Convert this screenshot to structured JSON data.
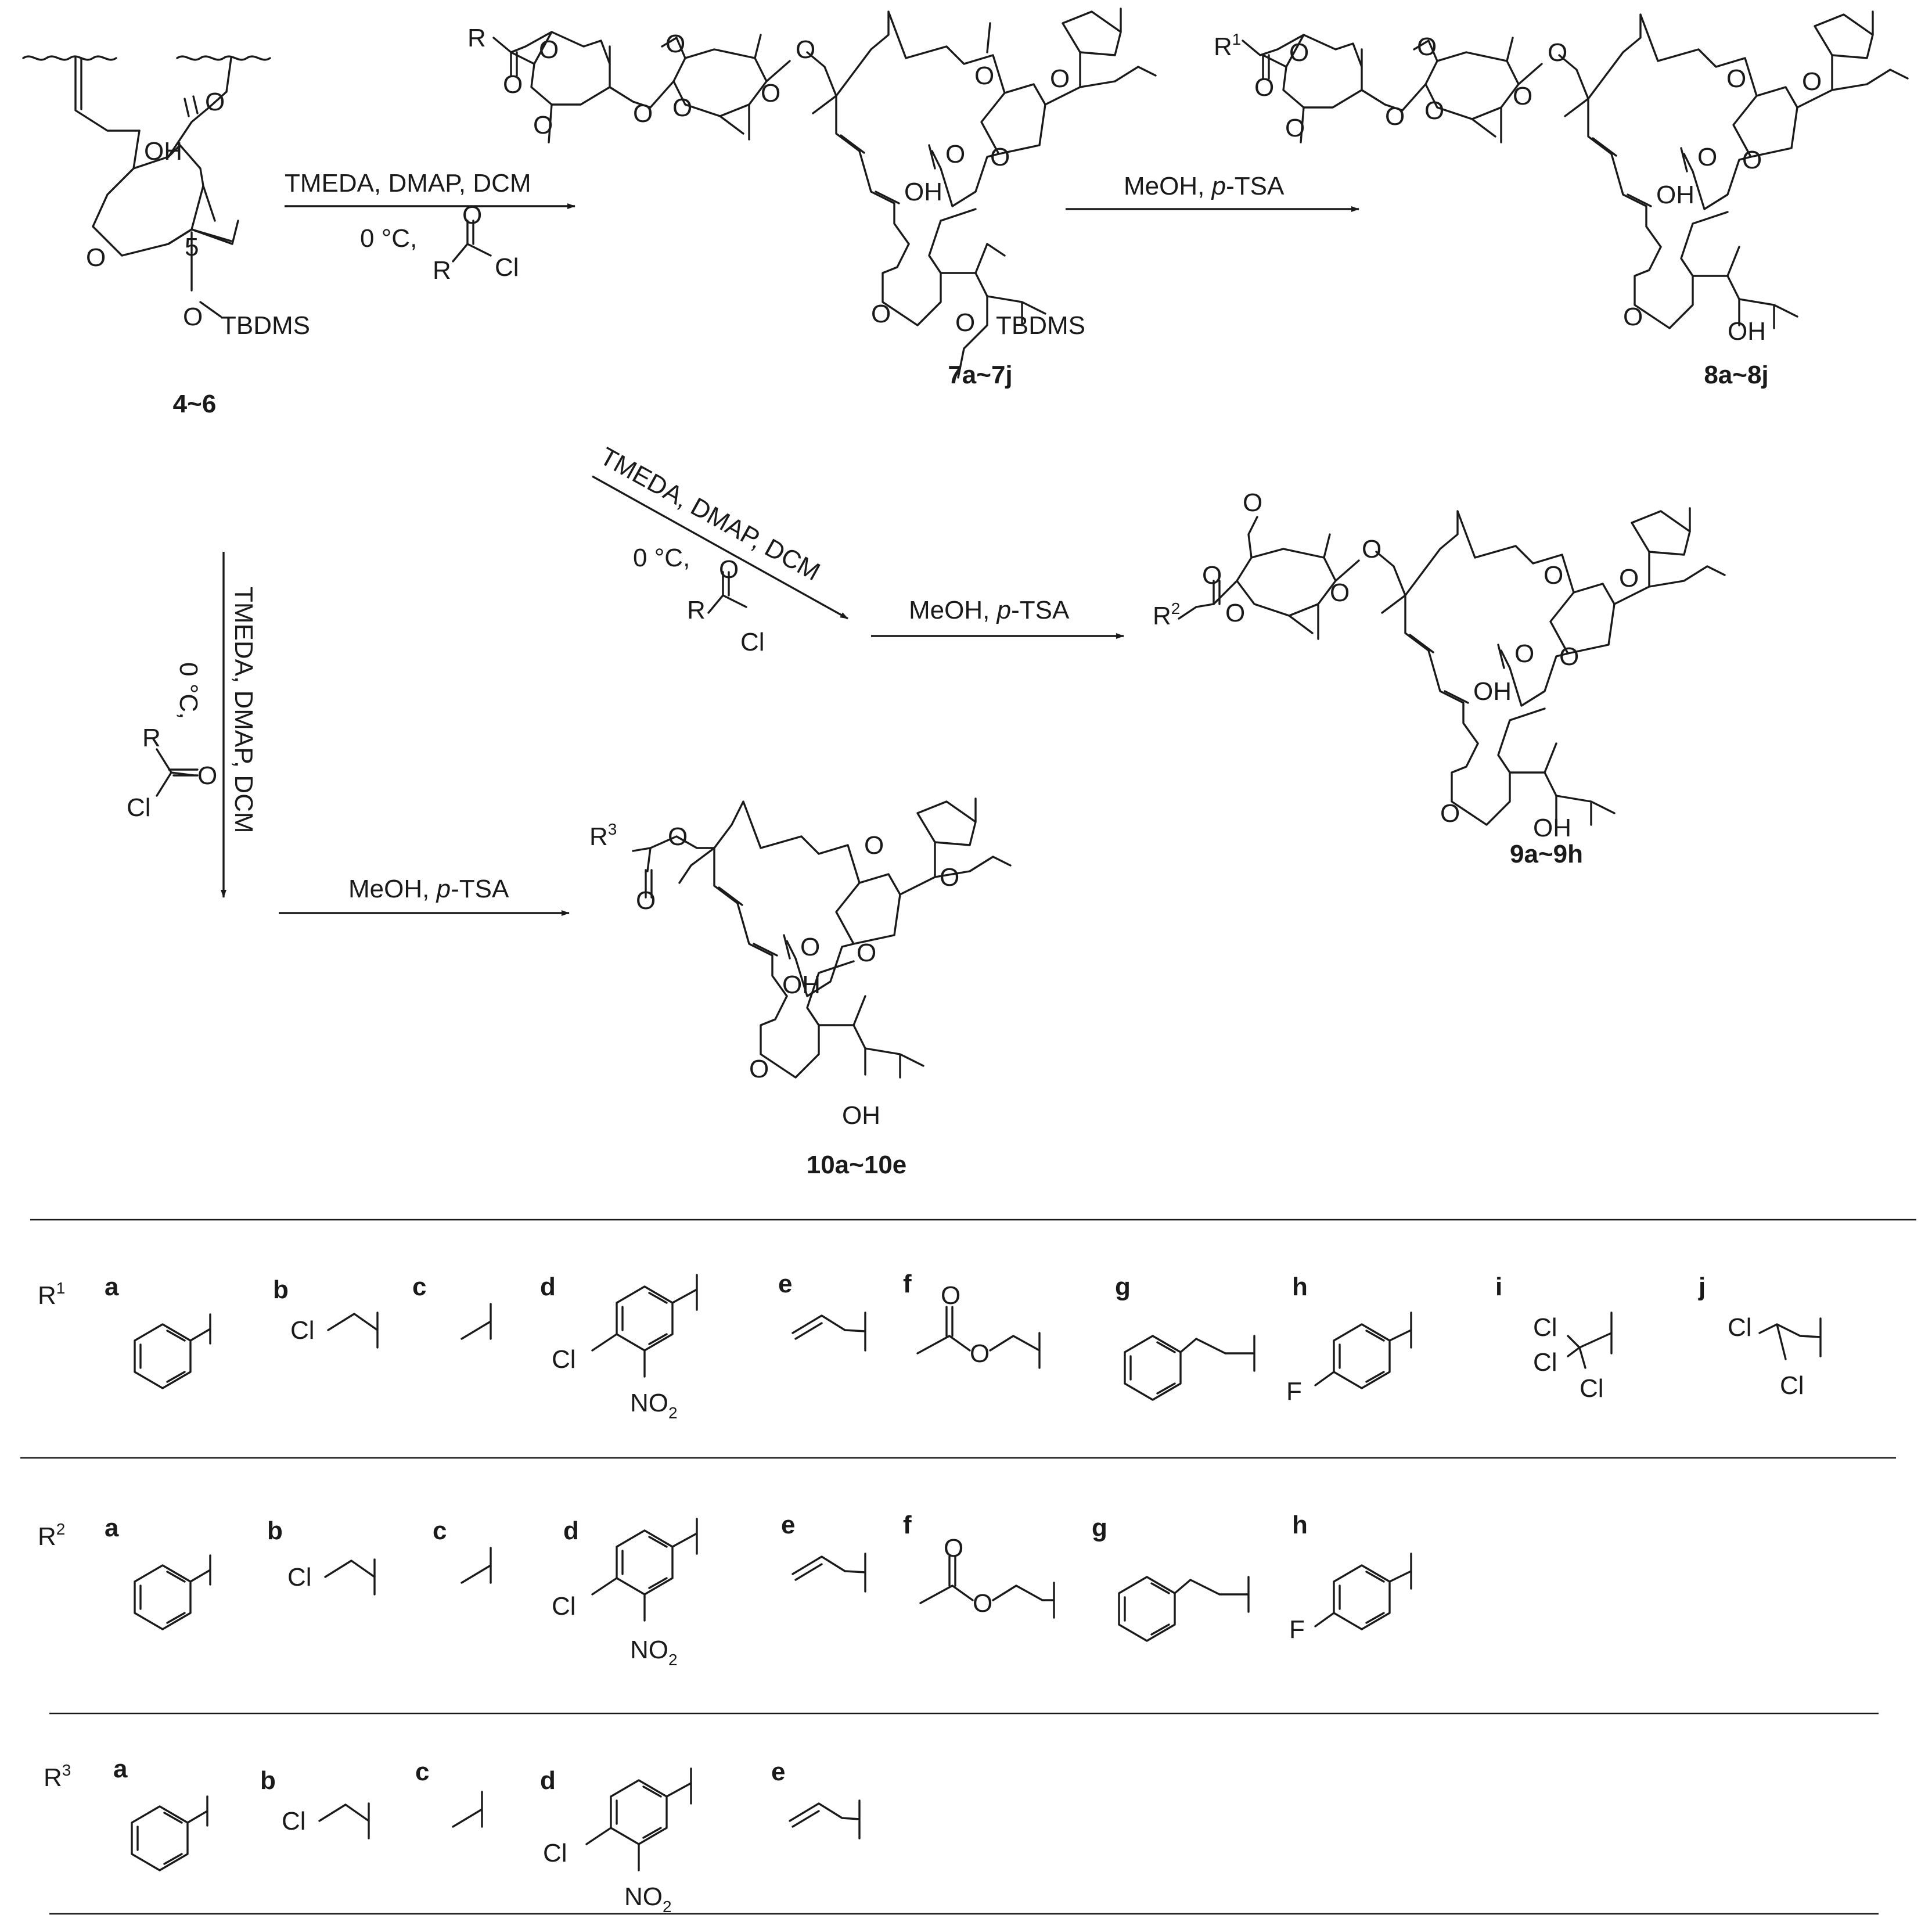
{
  "compounds": {
    "start": "4~6",
    "c7": "7a~7j",
    "c8": "8a~8j",
    "c9": "9a~9h",
    "c10": "10a~10e"
  },
  "reagents": {
    "acylation": "TMEDA, DMAP, DCM",
    "temperature": "0 °C,",
    "temperature_short": "0 °C,",
    "deprotection_a": "MeOH, ",
    "deprotection_b": "p",
    "deprotection_c": "-TSA"
  },
  "atoms": {
    "O": "O",
    "OH": "OH",
    "R": "R",
    "Cl": "Cl",
    "F": "F",
    "TBDMS": "TBDMS",
    "NO2_main": "NO",
    "NO2_sub": "2",
    "position5": "5"
  },
  "substituents": {
    "R1": {
      "label": "R",
      "sup": "1",
      "items": [
        {
          "letter": "a",
          "group": "phenyl-icon"
        },
        {
          "letter": "b",
          "group": "chloromethyl-icon"
        },
        {
          "letter": "c",
          "group": "methyl-icon"
        },
        {
          "letter": "d",
          "group": "4-chloro-3-nitrophenyl-icon"
        },
        {
          "letter": "e",
          "group": "vinyl-icon"
        },
        {
          "letter": "f",
          "group": "acetoxymethyl-icon"
        },
        {
          "letter": "g",
          "group": "benzyl-icon"
        },
        {
          "letter": "h",
          "group": "4-fluorophenyl-icon"
        },
        {
          "letter": "i",
          "group": "trichloromethyl-icon"
        },
        {
          "letter": "j",
          "group": "dichloromethyl-icon"
        }
      ]
    },
    "R2": {
      "label": "R",
      "sup": "2",
      "items": [
        {
          "letter": "a",
          "group": "phenyl-icon"
        },
        {
          "letter": "b",
          "group": "chloromethyl-icon"
        },
        {
          "letter": "c",
          "group": "methyl-icon"
        },
        {
          "letter": "d",
          "group": "4-chloro-3-nitrophenyl-icon"
        },
        {
          "letter": "e",
          "group": "vinyl-icon"
        },
        {
          "letter": "f",
          "group": "acetoxymethyl-icon"
        },
        {
          "letter": "g",
          "group": "benzyl-icon"
        },
        {
          "letter": "h",
          "group": "4-fluorophenyl-icon"
        }
      ]
    },
    "R3": {
      "label": "R",
      "sup": "3",
      "items": [
        {
          "letter": "a",
          "group": "phenyl-icon"
        },
        {
          "letter": "b",
          "group": "chloromethyl-icon"
        },
        {
          "letter": "c",
          "group": "methyl-icon"
        },
        {
          "letter": "d",
          "group": "4-chloro-3-nitrophenyl-icon"
        },
        {
          "letter": "e",
          "group": "vinyl-icon"
        }
      ]
    }
  }
}
